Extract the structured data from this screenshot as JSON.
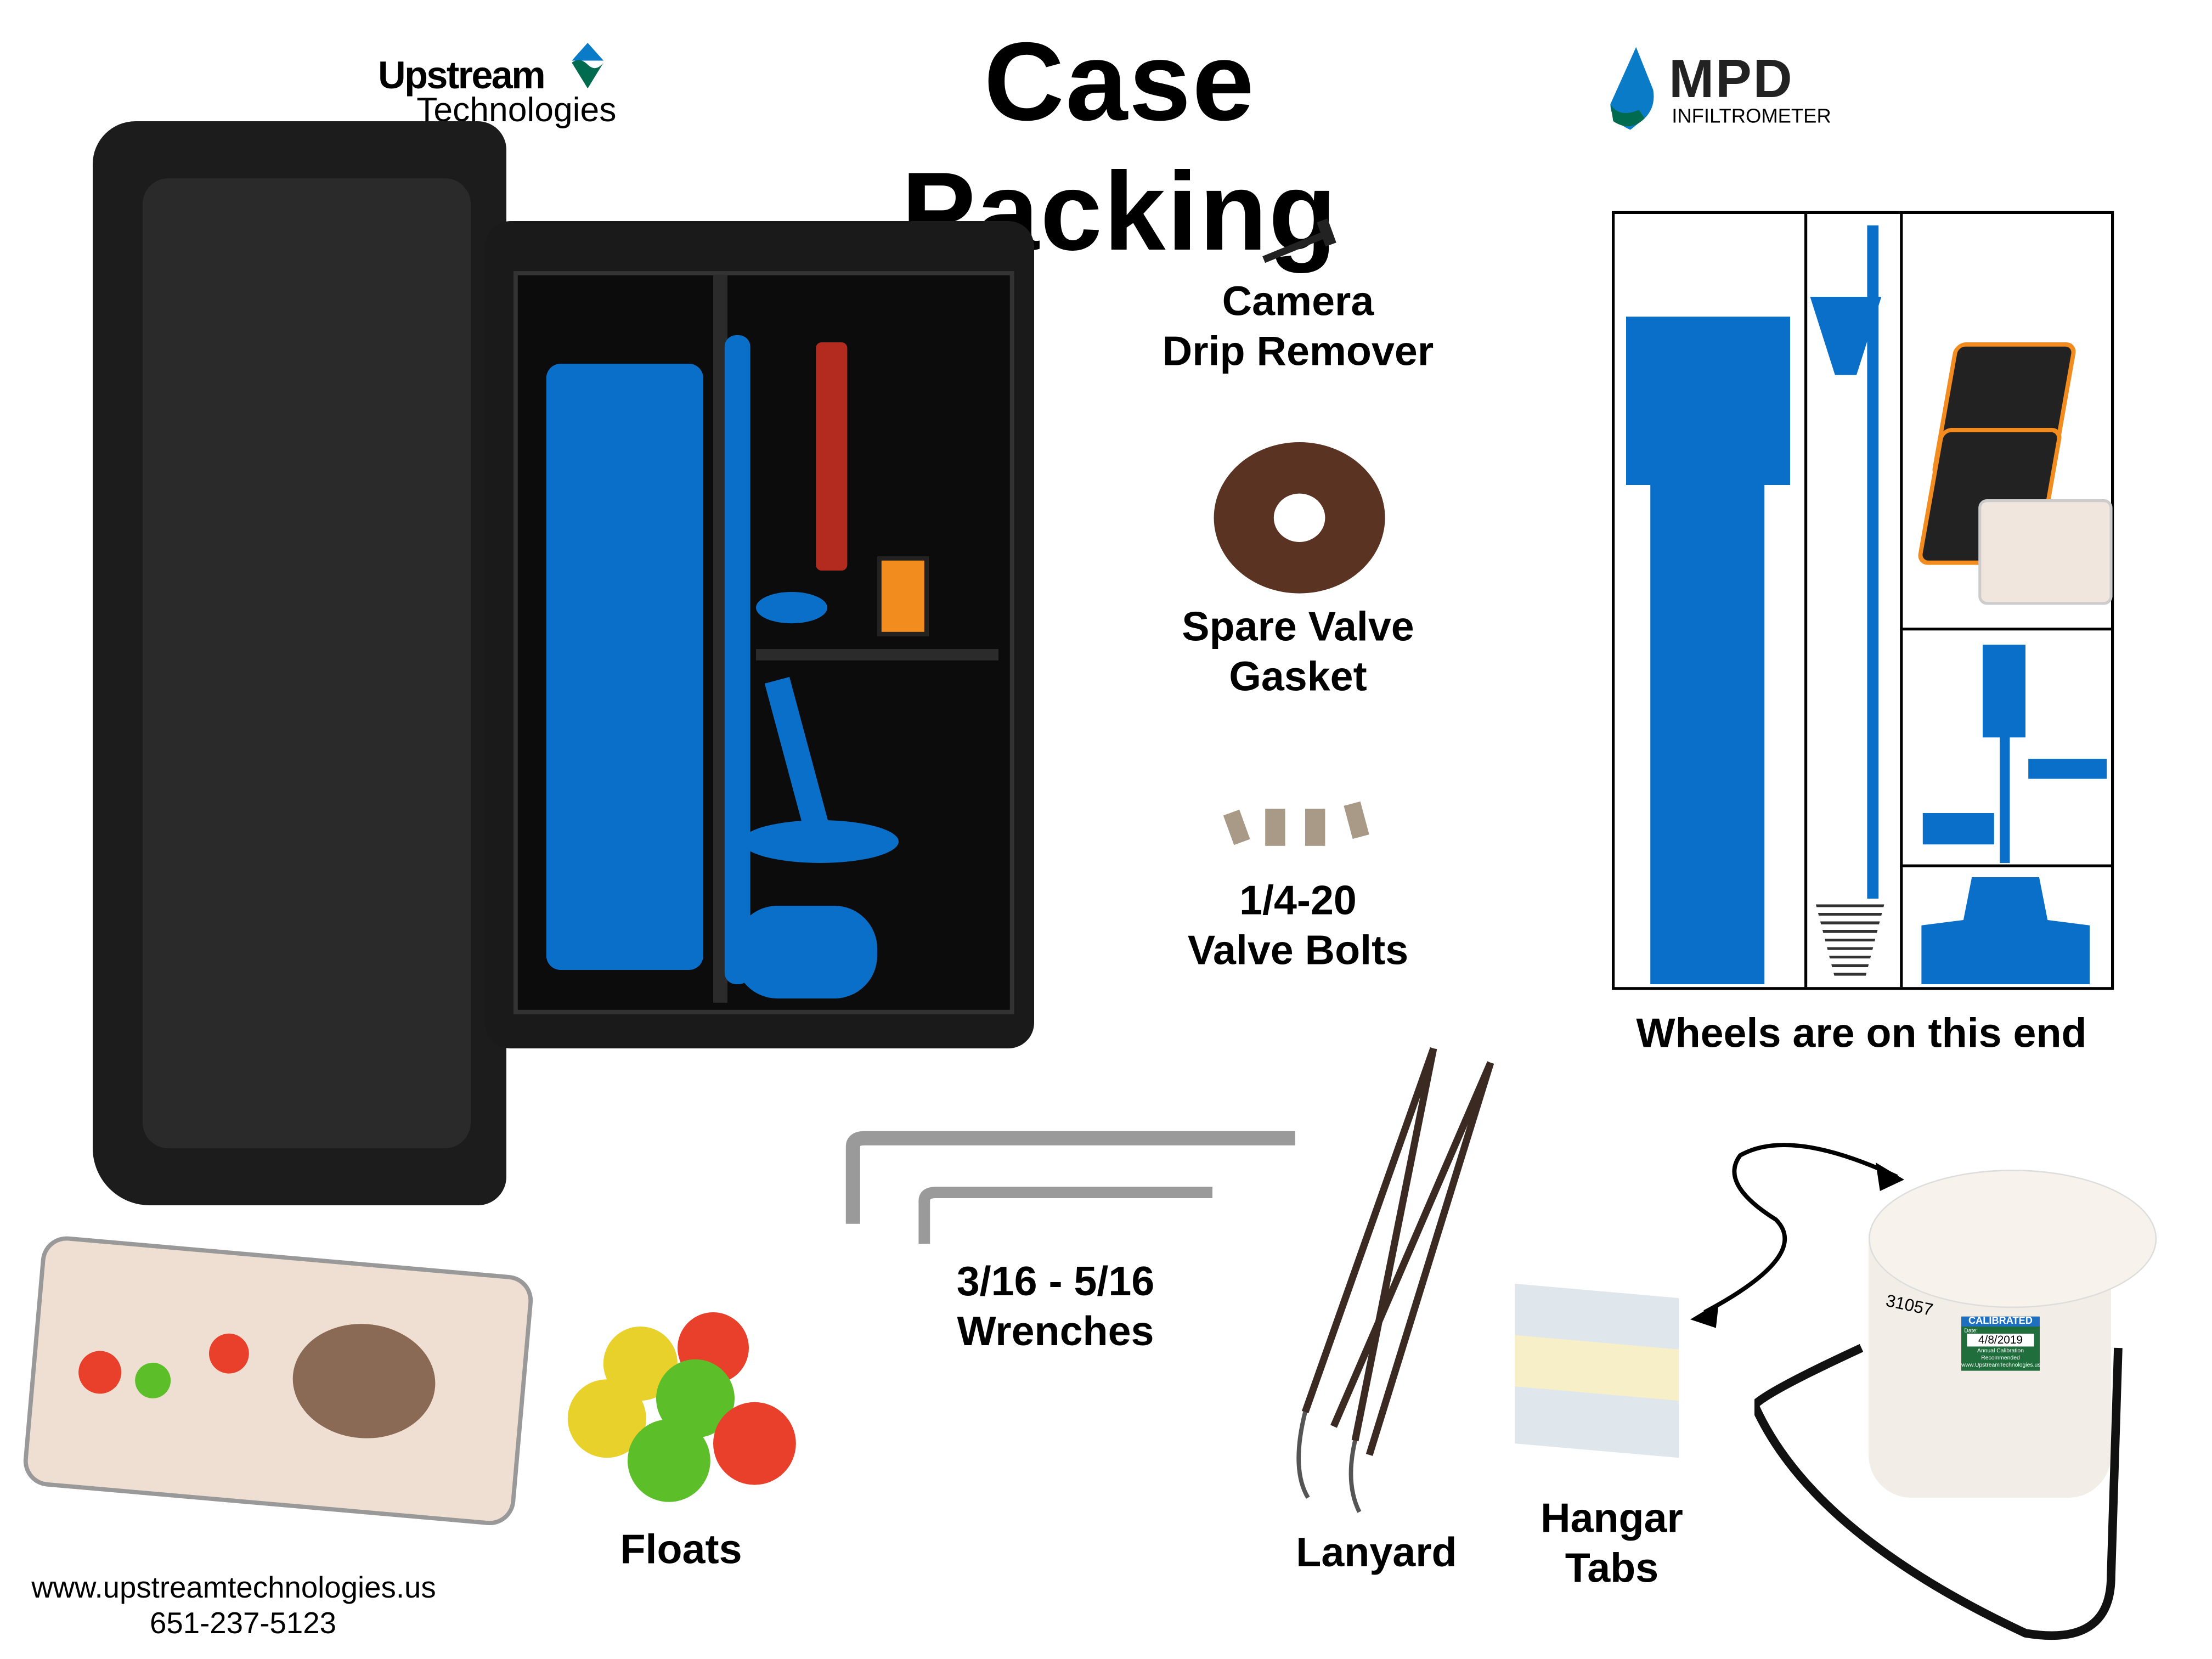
{
  "header": {
    "title": "Case Packing",
    "left_logo": {
      "line1": "Upstream",
      "line2": "Technologies"
    },
    "right_logo": {
      "line1": "MPD",
      "line2": "INFILTROMETER"
    }
  },
  "items": {
    "drip_remover": {
      "line1": "Camera",
      "line2": "Drip Remover"
    },
    "gasket": {
      "line1": "Spare Valve",
      "line2": "Gasket"
    },
    "bolts": {
      "line1": "1/4-20",
      "line2": "Valve Bolts"
    },
    "wrenches": {
      "line1": "3/16 - 5/16",
      "line2": "Wrenches"
    },
    "lanyard": {
      "label": "Lanyard"
    },
    "hangar_tabs": {
      "line1": "Hangar",
      "line2": "Tabs"
    },
    "floats": {
      "label": "Floats"
    }
  },
  "diagram": {
    "caption": "Wheels are on this end"
  },
  "device": {
    "serial": "31057",
    "sticker_title": "CALIBRATED",
    "sticker_date_label": "Date:",
    "sticker_date": "4/8/2019",
    "sticker_note": "Annual Calibration Recommended",
    "sticker_url": "www.UpstreamTechnologies.us"
  },
  "footer": {
    "website": "www.upstreamtechnologies.us",
    "phone": "651-237-5123"
  },
  "colors": {
    "blue": "#0a6fc9",
    "green": "#006b4f",
    "case": "#1c1c1c"
  }
}
